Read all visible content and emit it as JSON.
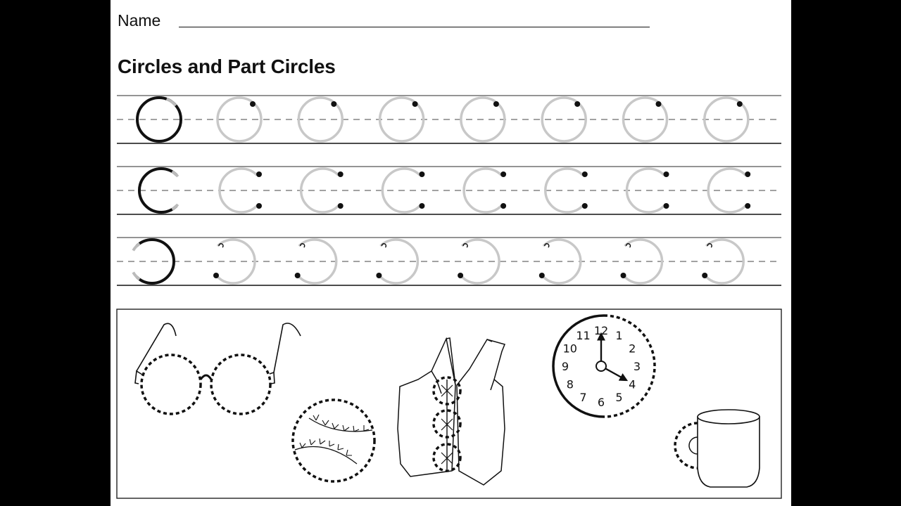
{
  "worksheet": {
    "name_label": "Name",
    "title": "Circles and Part Circles"
  },
  "practice_rows": [
    {
      "shape": "circle",
      "models": 1,
      "traces": 7
    },
    {
      "shape": "left-part-circle",
      "models": 1,
      "traces": 7
    },
    {
      "shape": "right-part-circle",
      "models": 1,
      "traces": 7
    }
  ],
  "pictures": [
    "eyeglasses-icon",
    "baseball-icon",
    "vest-icon",
    "clock-icon",
    "mug-icon"
  ],
  "clock_numbers": [
    "12",
    "1",
    "2",
    "3",
    "4",
    "5",
    "6",
    "7",
    "8",
    "9",
    "10",
    "11"
  ],
  "colors": {
    "page": "#ffffff",
    "ink": "#111111",
    "trace": "#c8c8c8",
    "frame": "#000000"
  }
}
